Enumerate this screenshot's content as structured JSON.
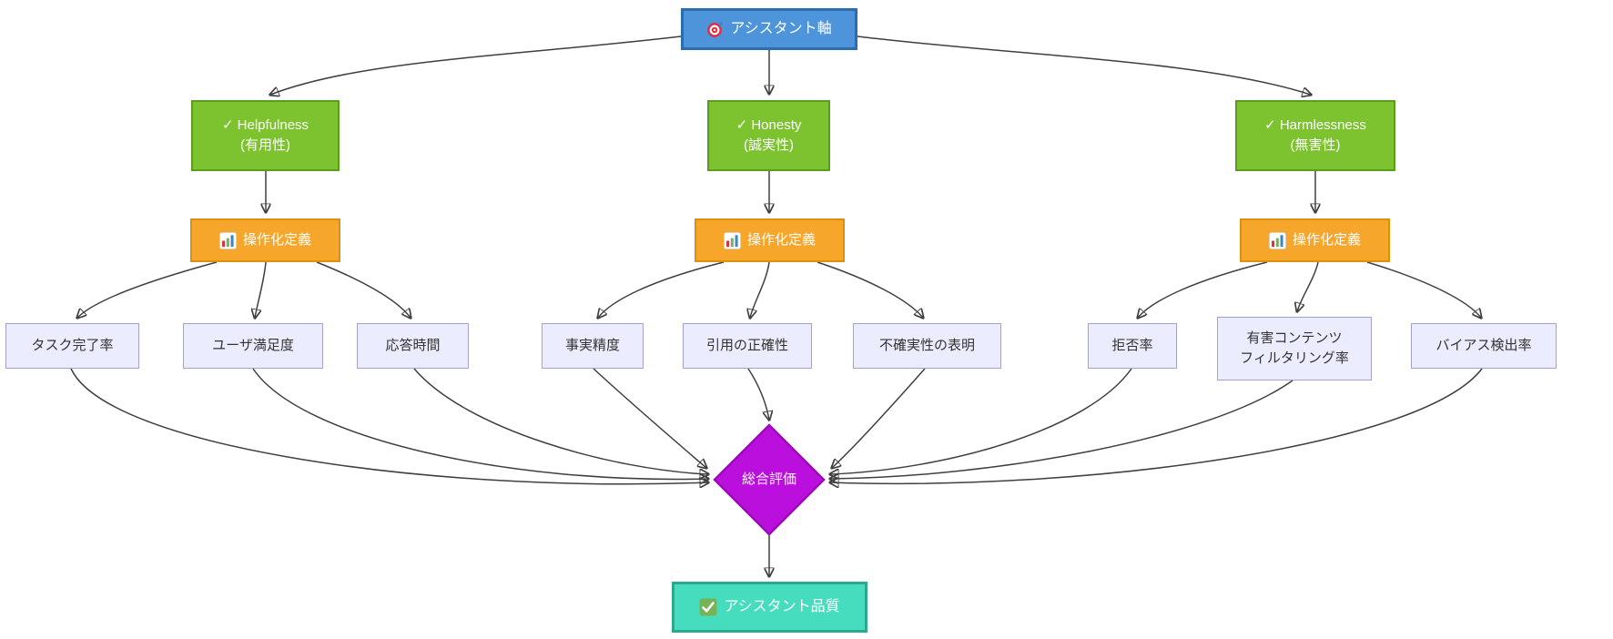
{
  "diagram_title": "assistant-evaluation-flowchart",
  "colors": {
    "root_fill": "#4d94db",
    "root_border": "#2a6db0",
    "axis_fill": "#7cc32f",
    "axis_border": "#5a9c1f",
    "op_fill": "#f5a62b",
    "op_border": "#dd8f0e",
    "metric_fill": "#ececff",
    "metric_border": "#a3a0d8",
    "decision_fill": "#bb0fdd",
    "decision_border": "#9a0cb8",
    "result_fill": "#46ddbf",
    "result_border": "#2aa98f",
    "edge": "#3f3f3f",
    "node_text_light": "#ffffff",
    "node_text_dark": "#333333"
  },
  "nodes": {
    "root": {
      "label": "アシスタント軸",
      "icon": "target-icon"
    },
    "axes": [
      {
        "line1": "✓ Helpfulness",
        "line2": "(有用性)"
      },
      {
        "line1": "✓ Honesty",
        "line2": "(誠実性)"
      },
      {
        "line1": "✓ Harmlessness",
        "line2": "(無害性)"
      }
    ],
    "ops": [
      {
        "label": "操作化定義",
        "icon": "bar-chart-icon"
      },
      {
        "label": "操作化定義",
        "icon": "bar-chart-icon"
      },
      {
        "label": "操作化定義",
        "icon": "bar-chart-icon"
      }
    ],
    "metrics": [
      {
        "label": "タスク完了率"
      },
      {
        "label": "ユーザ満足度"
      },
      {
        "label": "応答時間"
      },
      {
        "label": "事実精度"
      },
      {
        "label": "引用の正確性"
      },
      {
        "label": "不確実性の表明"
      },
      {
        "label": "拒否率"
      },
      {
        "label": "有害コンテンツ\nフィルタリング率"
      },
      {
        "label": "バイアス検出率"
      }
    ],
    "decision": {
      "label": "総合評価"
    },
    "result": {
      "label": "アシスタント品質",
      "icon": "check-icon"
    }
  }
}
